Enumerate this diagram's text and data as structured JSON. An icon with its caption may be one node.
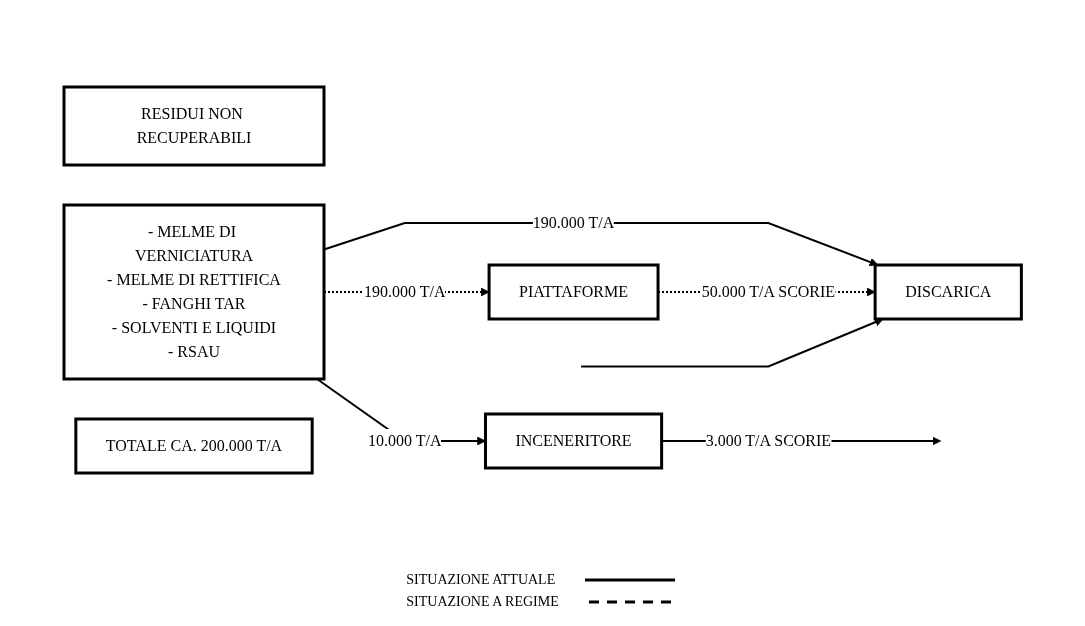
{
  "diagram": {
    "nodes": [
      {
        "text": [
          "RESIDUI NON RECUPERABILI"
        ]
      },
      {
        "text": [
          "- MELME DI VERNICIATURA",
          "- MELME DI RETTIFICA",
          "- FANGHI TAR",
          "- SOLVENTI E LIQUIDI",
          "- RSAU"
        ]
      },
      {
        "text": [
          "TOTALE CA. 200.000 T/A"
        ]
      },
      {
        "text": [
          "DISCARICA"
        ]
      },
      {
        "text": [
          "PIATTAFORME"
        ]
      },
      {
        "text": [
          "INCENERITORE"
        ]
      }
    ],
    "edges": [
      {
        "from": 1,
        "to": 3,
        "arrow": "to",
        "label": "190.000 T/A"
      },
      {
        "from": 1,
        "to": 4,
        "arrow": "to",
        "label": "190.000 T/A",
        "style": "dashed"
      },
      {
        "from": 1,
        "to": 5,
        "arrow": "to",
        "label": "10.000 T/A"
      },
      {
        "from": 4,
        "to": 3,
        "arrow": "to",
        "label": "50.000 T/A SCORIE",
        "style": "dashed"
      },
      {
        "from": 5,
        "to": null,
        "arrow": "to",
        "label": "3.000 T/A SCORIE"
      },
      {
        "from": null,
        "to": 3,
        "arrow": "to"
      }
    ],
    "legend": [
      {
        "text": "SITUAZIONE ATTUALE"
      },
      {
        "text": "SITUAZIONE A REGIME"
      }
    ]
  }
}
